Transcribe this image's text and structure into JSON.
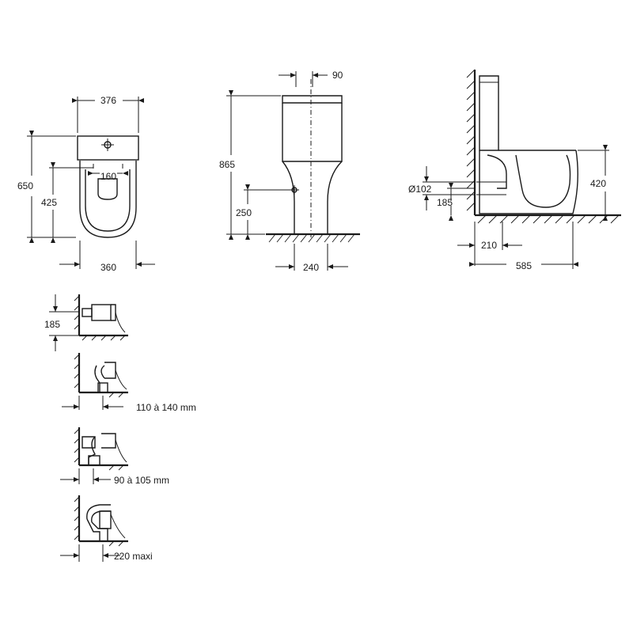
{
  "front_view": {
    "width_top": "376",
    "height_total": "650",
    "height_seat": "425",
    "fixing_spacing": "160",
    "width_bottom": "360"
  },
  "side_view": {
    "offset_top": "90",
    "height_total": "865",
    "inlet_height": "250",
    "base_width": "240"
  },
  "section_view": {
    "outlet_diameter": "Ø102",
    "outlet_height": "185",
    "rim_height": "420",
    "wall_distance": "210",
    "depth_total": "585"
  },
  "connections": {
    "horizontal_outlet_height": "185",
    "vertical_floor_range": "110 à 140 mm",
    "vertical_wall_range": "90 à 105 mm",
    "angled_max": "220 maxi"
  }
}
